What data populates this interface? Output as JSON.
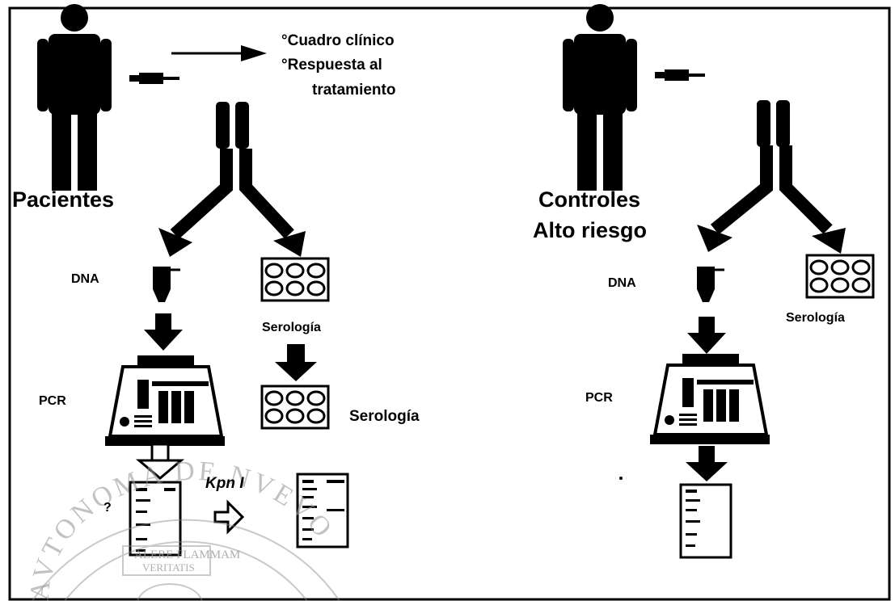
{
  "left": {
    "group_label": "Pacientes",
    "clinical_items": [
      "°Cuadro clínico",
      "°Respuesta al",
      "tratamiento"
    ],
    "dna_label": "DNA",
    "serology_label_1": "Serología",
    "serology_label_2": "Serología",
    "pcr_label": "PCR",
    "question_mark": "?",
    "enzyme_label": "Kpn I"
  },
  "right": {
    "group_label_1": "Controles",
    "group_label_2": "Alto riesgo",
    "dna_label": "DNA",
    "serology_label": "Serología",
    "pcr_label": "PCR"
  },
  "watermark": {
    "ring_text": "AVTONOMA DE NVEVO",
    "motto_1": "ALERE FLAMMAM",
    "motto_2": "VERITATIS"
  },
  "colors": {
    "ink": "#000000",
    "background": "#ffffff",
    "watermark": "#b0b0b0"
  }
}
